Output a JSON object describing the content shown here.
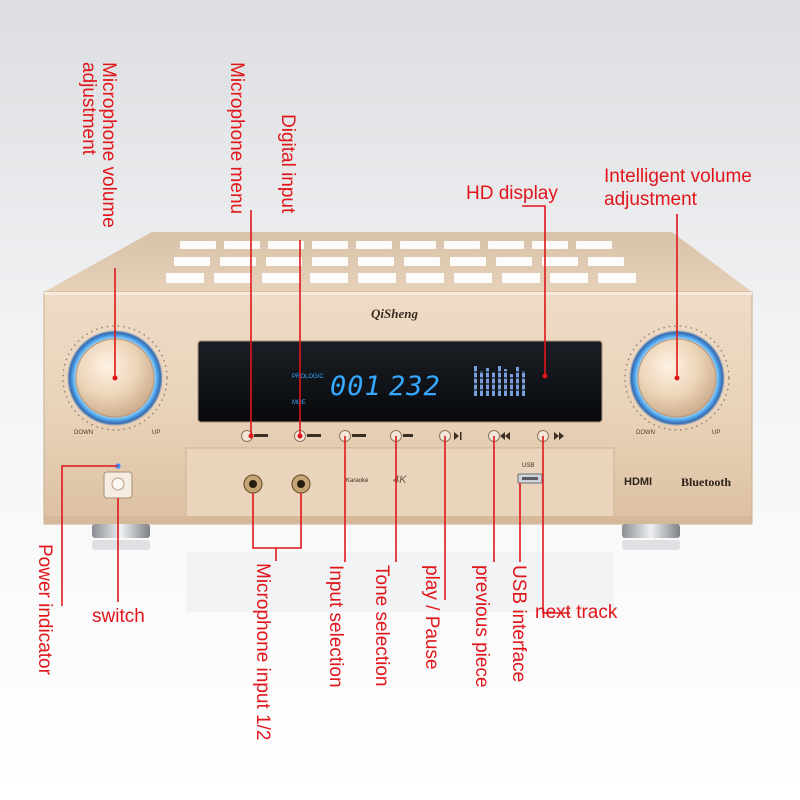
{
  "brand": "QiSheng",
  "panel": {
    "knob_left_caption": [
      "DOWN",
      "UP"
    ],
    "knob_right_caption": [
      "DOWN",
      "UP"
    ],
    "vfd": {
      "prologic": "PROLOGIC",
      "mode": "MOE",
      "track": "001",
      "time": "232"
    },
    "logos": {
      "hdmi": "HDMI",
      "bluetooth": "Bluetooth",
      "4k": "4K",
      "usb": "USB",
      "karaoke": "Karaoke"
    }
  },
  "callouts": {
    "mic_volume": "Microphone volume adjustment",
    "mic_menu": "Microphone menu",
    "digital_input": "Digital input",
    "hd_display": "HD display",
    "intelligent_volume_line1": "Intelligent volume",
    "intelligent_volume_line2": "adjustment",
    "power_indicator": "Power indicator",
    "switch": "switch",
    "mic_input": "Microphone input 1/2",
    "input_selection": "Input selection",
    "tone_selection": "Tone selection",
    "play_pause": "play / Pause",
    "previous_piece": "previous piece",
    "usb_interface": "USB interface",
    "next_track": "next track"
  },
  "colors": {
    "callout_red": "#e0161b",
    "panel_champagne": "#e8cfb2",
    "vfd_cyan": "#36a8ff"
  }
}
